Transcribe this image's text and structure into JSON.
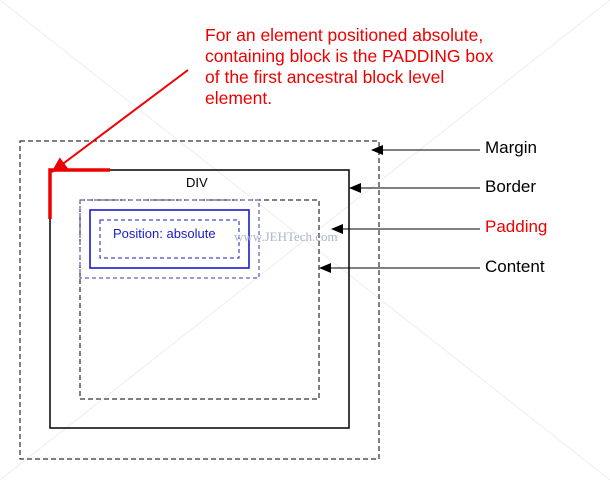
{
  "note": {
    "lines": [
      "For an element positioned absolute,",
      "containing block is the PADDING box",
      "of the first ancestral block level",
      "element."
    ]
  },
  "div_label": "DIV",
  "inner_label": "Position: absolute",
  "watermark": "www.JEHTech.com",
  "labels": {
    "margin": "Margin",
    "border": "Border",
    "padding": "Padding",
    "content": "Content"
  },
  "colors": {
    "highlight": "#ee0000",
    "positioned": "#1a1acc",
    "box_lines": "#000000",
    "watermark": "#aab4cc"
  }
}
